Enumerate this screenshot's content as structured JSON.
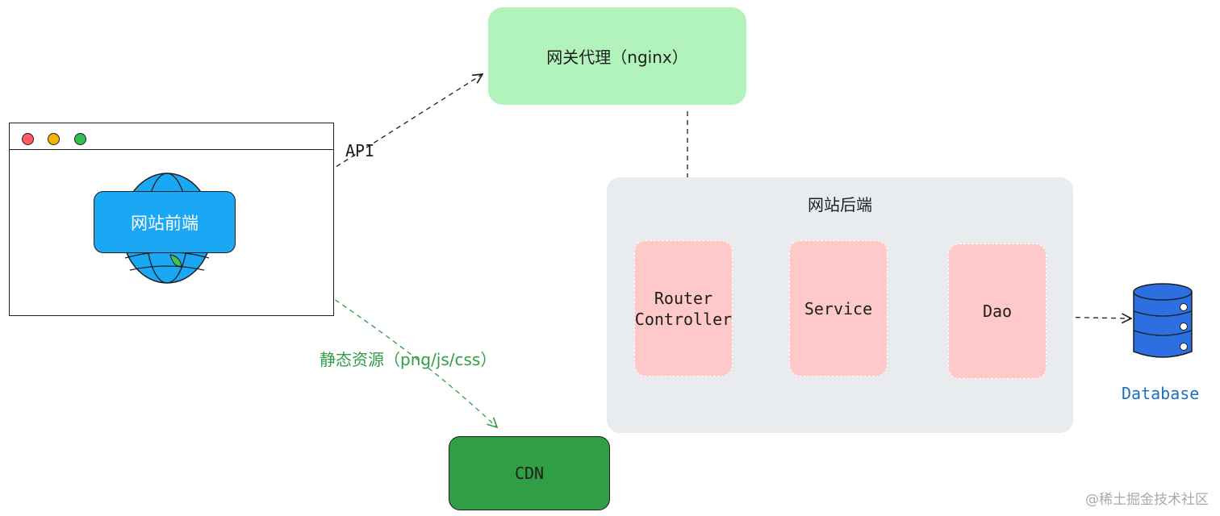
{
  "nodes": {
    "frontend": "网站前端",
    "gateway": "网关代理（nginx）",
    "backend_group": "网站后端",
    "router": [
      "Router",
      "Controller"
    ],
    "service": "Service",
    "dao": "Dao",
    "cdn": "CDN",
    "database": "Database"
  },
  "edges": {
    "api_label": "API",
    "static_label": "静态资源（png/js/css）"
  },
  "watermark": "@稀土掘金技术社区",
  "colors": {
    "frontend_fill": "#1aa8f5",
    "gateway_fill": "#b2f2bb",
    "backend_group_fill": "#e9ecef",
    "component_fill": "#ffc9c9",
    "cdn_fill": "#2f9e44",
    "database_fill": "#2b6fe0",
    "static_edge": "#2f9e44",
    "database_label": "#1971c2"
  },
  "icons": {
    "browser_dots": [
      "red-dot-icon",
      "yellow-dot-icon",
      "green-dot-icon"
    ],
    "globe": "globe-icon",
    "database": "database-icon"
  }
}
